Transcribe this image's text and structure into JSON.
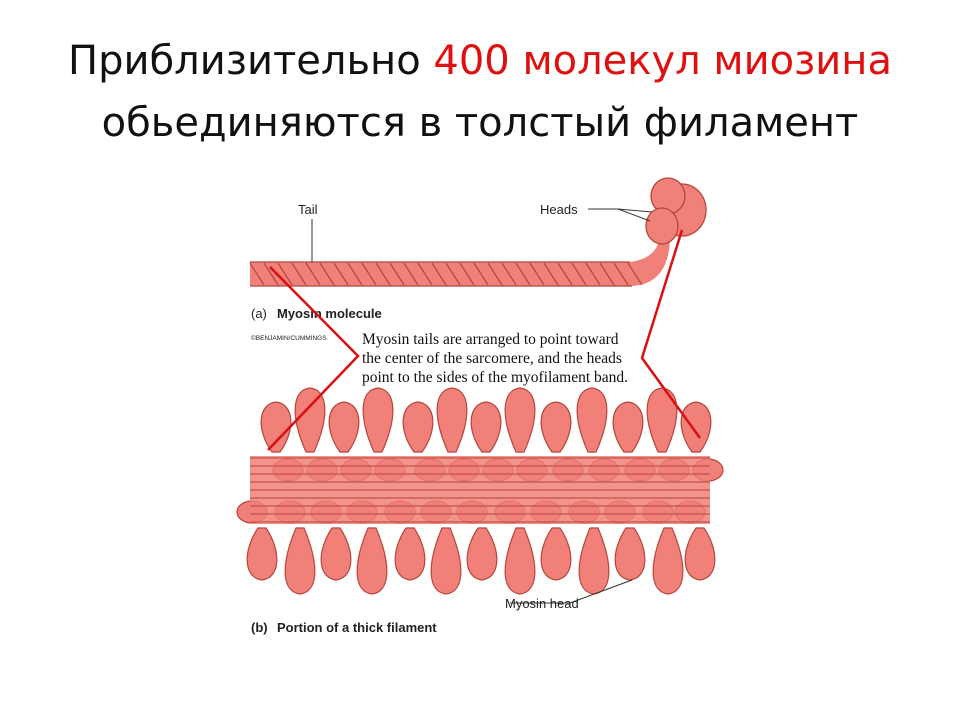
{
  "title": {
    "line1_start": "Приблизительно ",
    "line1_accent": "400 молекул миозина",
    "line2": "обьединяются в толстый филамент"
  },
  "colors": {
    "accent": "#e01010",
    "muscle_fill": "#f08078",
    "muscle_stroke": "#b5453d",
    "pointer": "#d81010"
  },
  "panel_a": {
    "tail_label": "Tail",
    "heads_label": "Heads",
    "caption_letter": "(a)",
    "caption": "Myosin molecule",
    "copyright": "©BENJAMIN/CUMMINGS"
  },
  "annotation": [
    "Myosin tails are arranged to point toward",
    "the center of the sarcomere, and the heads",
    "point to the sides of the myofilament band."
  ],
  "panel_b": {
    "head_label": "Myosin head",
    "caption_letter": "(b)",
    "caption": "Portion of a thick filament"
  }
}
